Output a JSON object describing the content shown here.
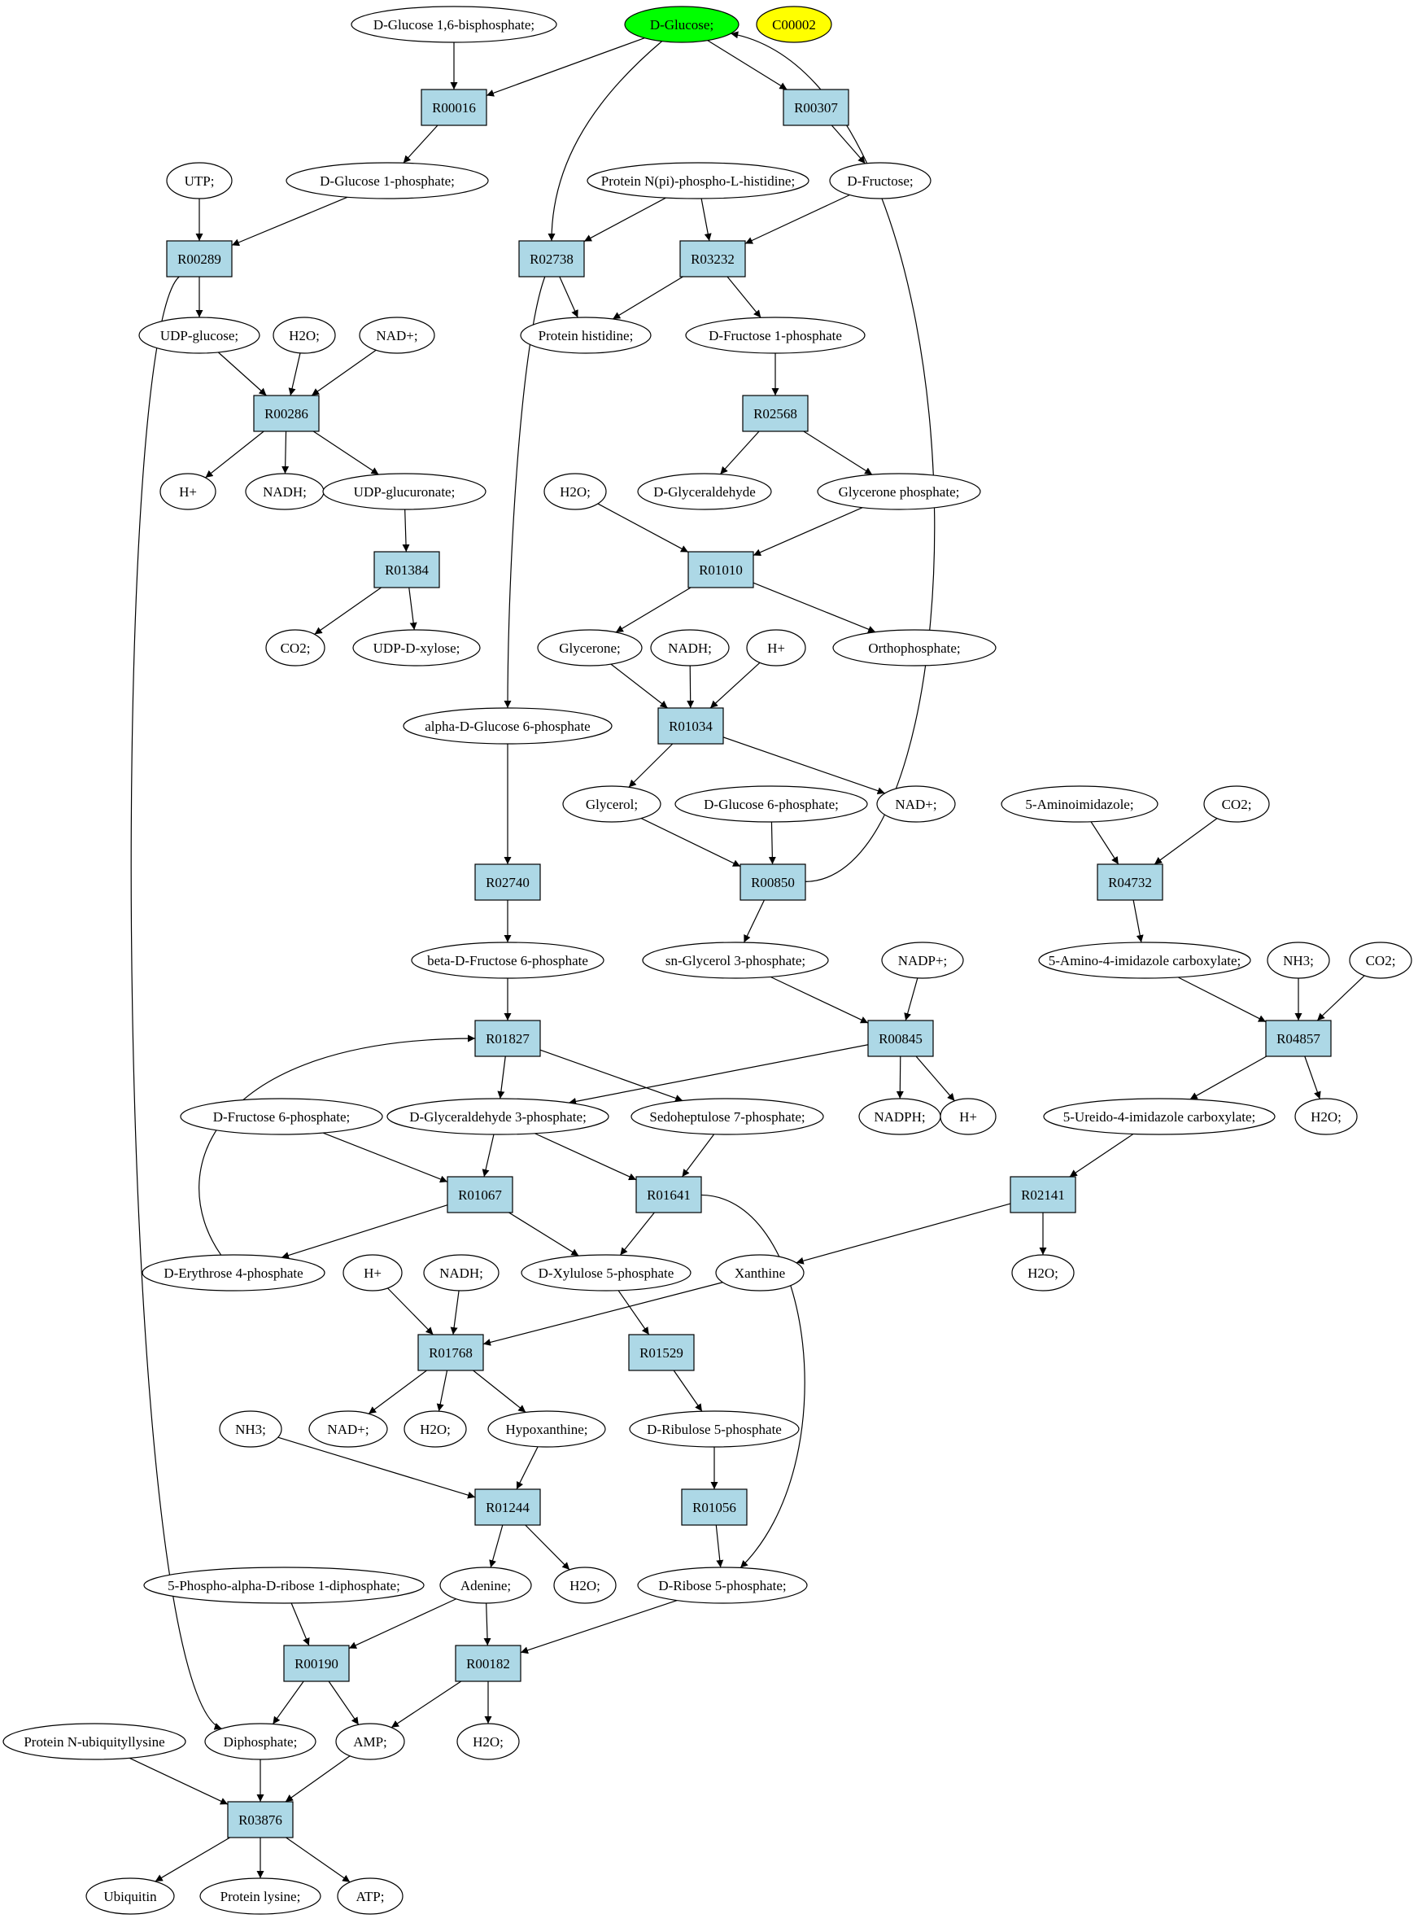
{
  "colors": {
    "reaction_fill": "#add8e6",
    "compound_fill": "#ffffff",
    "highlight_green": "#00ff00",
    "highlight_yellow": "#ffff00",
    "stroke": "#000000"
  },
  "nodes": [
    {
      "id": "glc16bp",
      "label": "D-Glucose 1,6-bisphosphate;",
      "kind": "compound"
    },
    {
      "id": "dglucose",
      "label": "D-Glucose;",
      "kind": "compound",
      "highlight": "green"
    },
    {
      "id": "c00002",
      "label": "C00002",
      "kind": "compound",
      "highlight": "yellow"
    },
    {
      "id": "r00016",
      "label": "R00016",
      "kind": "reaction"
    },
    {
      "id": "r00307",
      "label": "R00307",
      "kind": "reaction"
    },
    {
      "id": "utp",
      "label": "UTP;",
      "kind": "compound"
    },
    {
      "id": "glc1p",
      "label": "D-Glucose 1-phosphate;",
      "kind": "compound"
    },
    {
      "id": "protnpi",
      "label": "Protein N(pi)-phospho-L-histidine;",
      "kind": "compound"
    },
    {
      "id": "dfructose",
      "label": "D-Fructose;",
      "kind": "compound"
    },
    {
      "id": "r00289",
      "label": "R00289",
      "kind": "reaction"
    },
    {
      "id": "r02738",
      "label": "R02738",
      "kind": "reaction"
    },
    {
      "id": "r03232",
      "label": "R03232",
      "kind": "reaction"
    },
    {
      "id": "udpglc",
      "label": "UDP-glucose;",
      "kind": "compound"
    },
    {
      "id": "h2o_a",
      "label": "H2O;",
      "kind": "compound"
    },
    {
      "id": "nad_a",
      "label": "NAD+;",
      "kind": "compound"
    },
    {
      "id": "prothis",
      "label": "Protein histidine;",
      "kind": "compound"
    },
    {
      "id": "fru1p",
      "label": "D-Fructose 1-phosphate",
      "kind": "compound"
    },
    {
      "id": "r00286",
      "label": "R00286",
      "kind": "reaction"
    },
    {
      "id": "r02568",
      "label": "R02568",
      "kind": "reaction"
    },
    {
      "id": "hplus_a",
      "label": "H+",
      "kind": "compound"
    },
    {
      "id": "nadh_a",
      "label": "NADH;",
      "kind": "compound"
    },
    {
      "id": "udpglcur",
      "label": "UDP-glucuronate;",
      "kind": "compound"
    },
    {
      "id": "h2o_b",
      "label": "H2O;",
      "kind": "compound"
    },
    {
      "id": "dglyald",
      "label": "D-Glyceraldehyde",
      "kind": "compound"
    },
    {
      "id": "glyp",
      "label": "Glycerone phosphate;",
      "kind": "compound"
    },
    {
      "id": "r01384",
      "label": "R01384",
      "kind": "reaction"
    },
    {
      "id": "r01010",
      "label": "R01010",
      "kind": "reaction"
    },
    {
      "id": "co2_a",
      "label": "CO2;",
      "kind": "compound"
    },
    {
      "id": "udpxyl",
      "label": "UDP-D-xylose;",
      "kind": "compound"
    },
    {
      "id": "glycerone",
      "label": "Glycerone;",
      "kind": "compound"
    },
    {
      "id": "nadh_b",
      "label": "NADH;",
      "kind": "compound"
    },
    {
      "id": "hplus_b",
      "label": "H+",
      "kind": "compound"
    },
    {
      "id": "orthop",
      "label": "Orthophosphate;",
      "kind": "compound"
    },
    {
      "id": "r01034",
      "label": "R01034",
      "kind": "reaction"
    },
    {
      "id": "aglc6p",
      "label": "alpha-D-Glucose 6-phosphate",
      "kind": "compound"
    },
    {
      "id": "glycerol",
      "label": "Glycerol;",
      "kind": "compound"
    },
    {
      "id": "glc6p",
      "label": "D-Glucose 6-phosphate;",
      "kind": "compound"
    },
    {
      "id": "nad_b",
      "label": "NAD+;",
      "kind": "compound"
    },
    {
      "id": "aminoimid",
      "label": "5-Aminoimidazole;",
      "kind": "compound"
    },
    {
      "id": "co2_b",
      "label": "CO2;",
      "kind": "compound"
    },
    {
      "id": "r02740",
      "label": "R02740",
      "kind": "reaction"
    },
    {
      "id": "r00850",
      "label": "R00850",
      "kind": "reaction"
    },
    {
      "id": "r04732",
      "label": "R04732",
      "kind": "reaction"
    },
    {
      "id": "bfru6p",
      "label": "beta-D-Fructose 6-phosphate",
      "kind": "compound"
    },
    {
      "id": "snglyc3p",
      "label": "sn-Glycerol 3-phosphate;",
      "kind": "compound"
    },
    {
      "id": "nadp",
      "label": "NADP+;",
      "kind": "compound"
    },
    {
      "id": "aica",
      "label": "5-Amino-4-imidazole carboxylate;",
      "kind": "compound"
    },
    {
      "id": "nh3_a",
      "label": "NH3;",
      "kind": "compound"
    },
    {
      "id": "co2_c",
      "label": "CO2;",
      "kind": "compound"
    },
    {
      "id": "r01827",
      "label": "R01827",
      "kind": "reaction"
    },
    {
      "id": "r00845",
      "label": "R00845",
      "kind": "reaction"
    },
    {
      "id": "r04857",
      "label": "R04857",
      "kind": "reaction"
    },
    {
      "id": "fru6p",
      "label": "D-Fructose 6-phosphate;",
      "kind": "compound"
    },
    {
      "id": "ga3p",
      "label": "D-Glyceraldehyde 3-phosphate;",
      "kind": "compound"
    },
    {
      "id": "s7p",
      "label": "Sedoheptulose 7-phosphate;",
      "kind": "compound"
    },
    {
      "id": "nadph",
      "label": "NADPH;",
      "kind": "compound"
    },
    {
      "id": "hplus_c",
      "label": "H+",
      "kind": "compound"
    },
    {
      "id": "uica",
      "label": "5-Ureido-4-imidazole carboxylate;",
      "kind": "compound"
    },
    {
      "id": "h2o_c",
      "label": "H2O;",
      "kind": "compound"
    },
    {
      "id": "r01067",
      "label": "R01067",
      "kind": "reaction"
    },
    {
      "id": "r01641",
      "label": "R01641",
      "kind": "reaction"
    },
    {
      "id": "r02141",
      "label": "R02141",
      "kind": "reaction"
    },
    {
      "id": "e4p",
      "label": "D-Erythrose 4-phosphate",
      "kind": "compound"
    },
    {
      "id": "hplus_d",
      "label": "H+",
      "kind": "compound"
    },
    {
      "id": "nadh_c",
      "label": "NADH;",
      "kind": "compound"
    },
    {
      "id": "xu5p",
      "label": "D-Xylulose 5-phosphate",
      "kind": "compound"
    },
    {
      "id": "xanthine",
      "label": "Xanthine",
      "kind": "compound"
    },
    {
      "id": "h2o_d",
      "label": "H2O;",
      "kind": "compound"
    },
    {
      "id": "r01768",
      "label": "R01768",
      "kind": "reaction"
    },
    {
      "id": "r01529",
      "label": "R01529",
      "kind": "reaction"
    },
    {
      "id": "nh3_b",
      "label": "NH3;",
      "kind": "compound"
    },
    {
      "id": "nad_c",
      "label": "NAD+;",
      "kind": "compound"
    },
    {
      "id": "h2o_e",
      "label": "H2O;",
      "kind": "compound"
    },
    {
      "id": "hypox",
      "label": "Hypoxanthine;",
      "kind": "compound"
    },
    {
      "id": "ru5p",
      "label": "D-Ribulose 5-phosphate",
      "kind": "compound"
    },
    {
      "id": "r01244",
      "label": "R01244",
      "kind": "reaction"
    },
    {
      "id": "r01056",
      "label": "R01056",
      "kind": "reaction"
    },
    {
      "id": "prpp",
      "label": "5-Phospho-alpha-D-ribose 1-diphosphate;",
      "kind": "compound"
    },
    {
      "id": "adenine",
      "label": "Adenine;",
      "kind": "compound"
    },
    {
      "id": "h2o_f",
      "label": "H2O;",
      "kind": "compound"
    },
    {
      "id": "r5p",
      "label": "D-Ribose 5-phosphate;",
      "kind": "compound"
    },
    {
      "id": "r00190",
      "label": "R00190",
      "kind": "reaction"
    },
    {
      "id": "r00182",
      "label": "R00182",
      "kind": "reaction"
    },
    {
      "id": "protubi",
      "label": "Protein N-ubiquityllysine",
      "kind": "compound"
    },
    {
      "id": "diphos",
      "label": "Diphosphate;",
      "kind": "compound"
    },
    {
      "id": "amp",
      "label": "AMP;",
      "kind": "compound"
    },
    {
      "id": "h2o_g",
      "label": "H2O;",
      "kind": "compound"
    },
    {
      "id": "r03876",
      "label": "R03876",
      "kind": "reaction"
    },
    {
      "id": "ubiquitin",
      "label": "Ubiquitin",
      "kind": "compound"
    },
    {
      "id": "protlys",
      "label": "Protein lysine;",
      "kind": "compound"
    },
    {
      "id": "atp",
      "label": "ATP;",
      "kind": "compound"
    }
  ],
  "edges": [
    [
      "glc16bp",
      "r00016"
    ],
    [
      "dglucose",
      "r00016"
    ],
    [
      "dglucose",
      "r00307"
    ],
    [
      "dglucose",
      "r02738"
    ],
    [
      "r00016",
      "glc1p"
    ],
    [
      "r00307",
      "dfructose"
    ],
    [
      "glc1p",
      "r00289"
    ],
    [
      "utp",
      "r00289"
    ],
    [
      "protnpi",
      "r02738"
    ],
    [
      "protnpi",
      "r03232"
    ],
    [
      "dfructose",
      "r03232"
    ],
    [
      "r00289",
      "udpglc"
    ],
    [
      "r00289",
      "diphos"
    ],
    [
      "r02738",
      "prothis"
    ],
    [
      "r02738",
      "aglc6p"
    ],
    [
      "r03232",
      "prothis"
    ],
    [
      "r03232",
      "fru1p"
    ],
    [
      "udpglc",
      "r00286"
    ],
    [
      "h2o_a",
      "r00286"
    ],
    [
      "nad_a",
      "r00286"
    ],
    [
      "r00286",
      "hplus_a"
    ],
    [
      "r00286",
      "nadh_a"
    ],
    [
      "r00286",
      "udpglcur"
    ],
    [
      "fru1p",
      "r02568"
    ],
    [
      "r02568",
      "dglyald"
    ],
    [
      "r02568",
      "glyp"
    ],
    [
      "udpglcur",
      "r01384"
    ],
    [
      "r01384",
      "co2_a"
    ],
    [
      "r01384",
      "udpxyl"
    ],
    [
      "h2o_b",
      "r01010"
    ],
    [
      "glyp",
      "r01010"
    ],
    [
      "r01010",
      "glycerone"
    ],
    [
      "r01010",
      "orthop"
    ],
    [
      "glycerone",
      "r01034"
    ],
    [
      "nadh_b",
      "r01034"
    ],
    [
      "hplus_b",
      "r01034"
    ],
    [
      "r01034",
      "glycerol"
    ],
    [
      "r01034",
      "nad_b"
    ],
    [
      "aglc6p",
      "r02740"
    ],
    [
      "r02740",
      "bfru6p"
    ],
    [
      "glycerol",
      "r00850"
    ],
    [
      "glc6p",
      "r00850"
    ],
    [
      "r00850",
      "dglucose"
    ],
    [
      "r00850",
      "snglyc3p"
    ],
    [
      "aminoimid",
      "r04732"
    ],
    [
      "co2_b",
      "r04732"
    ],
    [
      "r04732",
      "aica"
    ],
    [
      "bfru6p",
      "r01827"
    ],
    [
      "r01827",
      "ga3p"
    ],
    [
      "r01827",
      "s7p"
    ],
    [
      "snglyc3p",
      "r00845"
    ],
    [
      "nadp",
      "r00845"
    ],
    [
      "r00845",
      "ga3p"
    ],
    [
      "r00845",
      "nadph"
    ],
    [
      "r00845",
      "hplus_c"
    ],
    [
      "aica",
      "r04857"
    ],
    [
      "nh3_a",
      "r04857"
    ],
    [
      "co2_c",
      "r04857"
    ],
    [
      "r04857",
      "uica"
    ],
    [
      "r04857",
      "h2o_c"
    ],
    [
      "fru6p",
      "r01067"
    ],
    [
      "ga3p",
      "r01067"
    ],
    [
      "ga3p",
      "r01641"
    ],
    [
      "s7p",
      "r01641"
    ],
    [
      "r01067",
      "e4p"
    ],
    [
      "r01067",
      "xu5p"
    ],
    [
      "r01641",
      "xu5p"
    ],
    [
      "r01641",
      "r5p"
    ],
    [
      "e4p",
      "r01827"
    ],
    [
      "uica",
      "r02141"
    ],
    [
      "r02141",
      "xanthine"
    ],
    [
      "r02141",
      "h2o_d"
    ],
    [
      "hplus_d",
      "r01768"
    ],
    [
      "nadh_c",
      "r01768"
    ],
    [
      "xanthine",
      "r01768"
    ],
    [
      "r01768",
      "nad_c"
    ],
    [
      "r01768",
      "h2o_e"
    ],
    [
      "r01768",
      "hypox"
    ],
    [
      "xu5p",
      "r01529"
    ],
    [
      "r01529",
      "ru5p"
    ],
    [
      "nh3_b",
      "r01244"
    ],
    [
      "hypox",
      "r01244"
    ],
    [
      "r01244",
      "adenine"
    ],
    [
      "r01244",
      "h2o_f"
    ],
    [
      "ru5p",
      "r01056"
    ],
    [
      "r01056",
      "r5p"
    ],
    [
      "prpp",
      "r00190"
    ],
    [
      "adenine",
      "r00190"
    ],
    [
      "adenine",
      "r00182"
    ],
    [
      "r5p",
      "r00182"
    ],
    [
      "r00190",
      "diphos"
    ],
    [
      "r00190",
      "amp"
    ],
    [
      "r00182",
      "amp"
    ],
    [
      "r00182",
      "h2o_g"
    ],
    [
      "protubi",
      "r03876"
    ],
    [
      "diphos",
      "r03876"
    ],
    [
      "amp",
      "r03876"
    ],
    [
      "r03876",
      "ubiquitin"
    ],
    [
      "r03876",
      "protlys"
    ],
    [
      "r03876",
      "atp"
    ]
  ]
}
